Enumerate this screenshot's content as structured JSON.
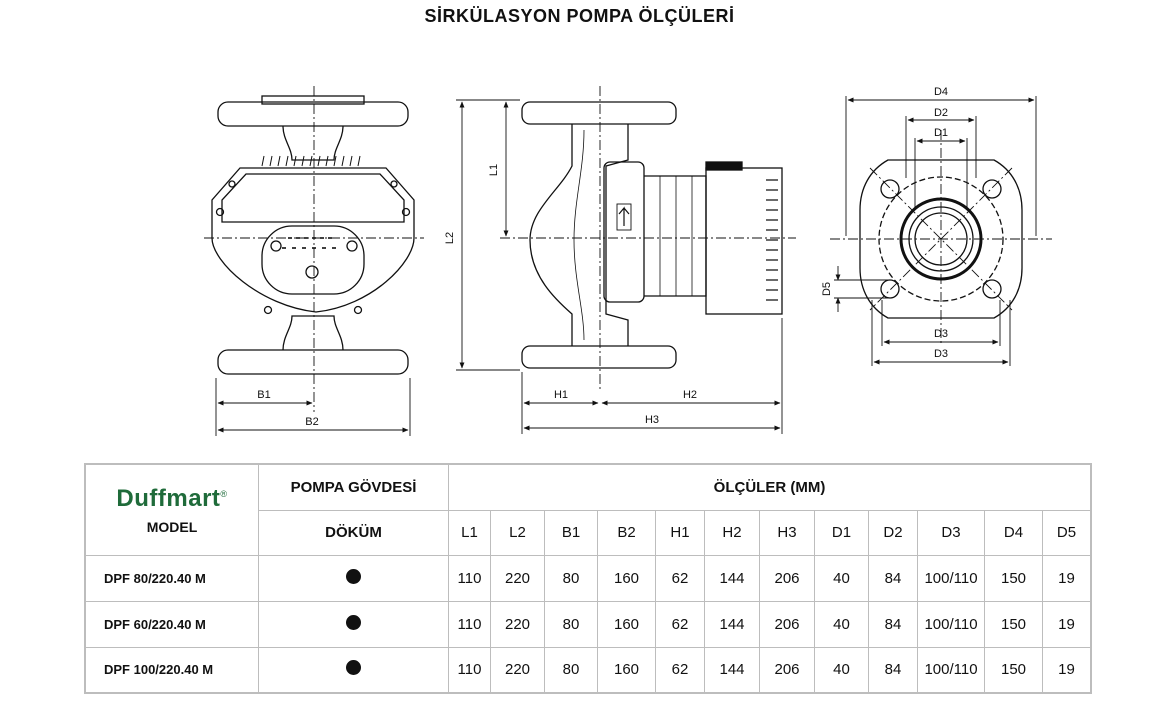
{
  "title": "SİRKÜLASYON POMPA ÖLÇÜLERİ",
  "labels": {
    "front": {
      "b1": "B1",
      "b2": "B2"
    },
    "side": {
      "l1": "L1",
      "l2": "L2",
      "h1": "H1",
      "h2": "H2",
      "h3": "H3"
    },
    "flange": {
      "d1": "D1",
      "d2": "D2",
      "d3": "D3",
      "d4": "D4",
      "d5": "D5"
    }
  },
  "table": {
    "brand": "Duffmart",
    "brand_mark": "®",
    "model_label": "MODEL",
    "body_header": "POMPA GÖVDESİ",
    "dims_header": "ÖLÇÜLER (MM)",
    "body_sub": "DÖKÜM",
    "columns": [
      "L1",
      "L2",
      "B1",
      "B2",
      "H1",
      "H2",
      "H3",
      "D1",
      "D2",
      "D3",
      "D4",
      "D5"
    ],
    "rows": [
      {
        "model": "DPF 80/220.40 M",
        "values": [
          "110",
          "220",
          "80",
          "160",
          "62",
          "144",
          "206",
          "40",
          "84",
          "100/110",
          "150",
          "19"
        ]
      },
      {
        "model": "DPF 60/220.40 M",
        "values": [
          "110",
          "220",
          "80",
          "160",
          "62",
          "144",
          "206",
          "40",
          "84",
          "100/110",
          "150",
          "19"
        ]
      },
      {
        "model": "DPF 100/220.40 M",
        "values": [
          "110",
          "220",
          "80",
          "160",
          "62",
          "144",
          "206",
          "40",
          "84",
          "100/110",
          "150",
          "19"
        ]
      }
    ]
  },
  "colors": {
    "brand": "#1f6b3a",
    "line": "#111111",
    "border": "#bdbdbd"
  }
}
